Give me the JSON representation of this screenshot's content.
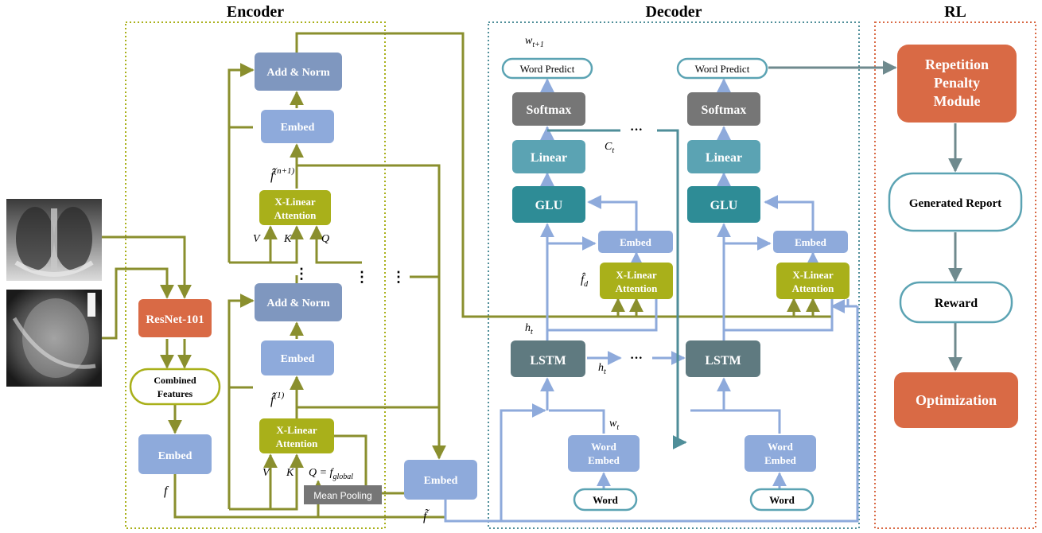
{
  "sections": {
    "encoder": "Encoder",
    "decoder": "Decoder",
    "rl": "RL"
  },
  "images": {
    "xray_frontal": "chest-xray-frontal",
    "xray_lateral": "chest-xray-lateral"
  },
  "encoder": {
    "resnet": "ResNet-101",
    "combined_line1": "Combined",
    "combined_line2": "Features",
    "embed_input": "Embed",
    "f_label": "f",
    "top": {
      "add_norm": "Add & Norm",
      "embed": "Embed",
      "xlin_line1": "X-Linear",
      "xlin_line2": "Attention",
      "f_label": "f̂",
      "f_sup": "(n+1)",
      "v": "V",
      "k": "K",
      "q": "Q"
    },
    "bottom": {
      "add_norm": "Add & Norm",
      "embed": "Embed",
      "xlin_line1": "X-Linear",
      "xlin_line2": "Attention",
      "f_label": "f̂",
      "f_sup": "(1)",
      "v": "V",
      "k": "K",
      "q": "Q = f",
      "q_sub": "global",
      "mean_pool": "Mean Pooling"
    },
    "vdots": "⋮",
    "embed_out": "Embed",
    "ftilde": "f̃"
  },
  "decoder": {
    "w_next": "w",
    "w_next_sub": "t+1",
    "left": {
      "word_predict": "Word Predict",
      "softmax": "Softmax",
      "linear": "Linear",
      "glu": "GLU",
      "embed": "Embed",
      "xlin_line1": "X-Linear",
      "xlin_line2": "Attention",
      "fd": "f̂",
      "fd_sub": "d",
      "lstm": "LSTM",
      "ht": "h",
      "ht_sub": "t",
      "wt": "w",
      "wt_sub": "t",
      "word_embed_line1": "Word",
      "word_embed_line2": "Embed",
      "word": "Word"
    },
    "right": {
      "word_predict": "Word Predict",
      "softmax": "Softmax",
      "linear": "Linear",
      "glu": "GLU",
      "embed": "Embed",
      "xlin_line1": "X-Linear",
      "xlin_line2": "Attention",
      "lstm": "LSTM",
      "word_embed_line1": "Word",
      "word_embed_line2": "Embed",
      "word": "Word"
    },
    "ct": "C",
    "ct_sub": "t",
    "ht_mid": "h",
    "ht_mid_sub": "t",
    "ellipsis": "···"
  },
  "rl": {
    "repetition_line1": "Repetition",
    "repetition_line2": "Penalty",
    "repetition_line3": "Module",
    "generated_report": "Generated Report",
    "reward": "Reward",
    "optimization": "Optimization"
  },
  "colors": {
    "olive": "#8a8f2e",
    "olive_box": "#a9b01a",
    "blue_box": "#8eaadb",
    "steel_box": "#7f97bf",
    "gray_box": "#767676",
    "teal_box": "#2e8c96",
    "teal_light": "#5ba3b3",
    "slate_box": "#5f7a80",
    "orange_box": "#d96a45",
    "blue_line": "#8eaadb",
    "teal_line": "#4f8e99"
  }
}
